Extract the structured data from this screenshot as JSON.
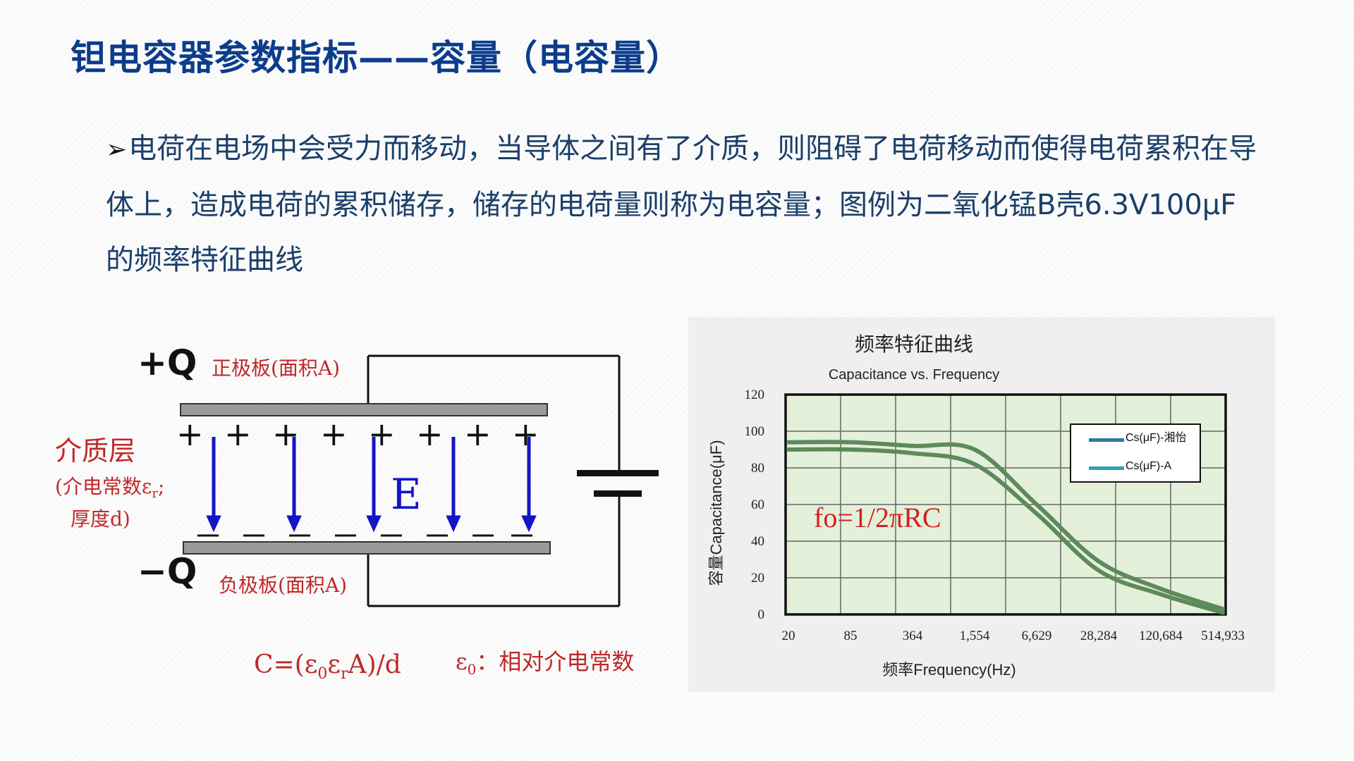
{
  "slide": {
    "title": "钽电容器参数指标——容量（电容量）",
    "bullet_symbol": "➢",
    "paragraph": "电荷在电场中会受力而移动，当导体之间有了介质，则阻碍了电荷移动而使得电荷累积在导体上，造成电荷的累积储存，储存的电荷量则称为电容量；图例为二氧化锰B壳6.3V100μF的频率特征曲线"
  },
  "diagram": {
    "pos_charge": "+Q",
    "neg_charge": "−Q",
    "pos_plate_label": "正极板(面积A)",
    "neg_plate_label": "负极板(面积A)",
    "dielectric_label": "介质层",
    "dielectric_detail_1": "(介电常数ε",
    "dielectric_detail_1_sub": "r",
    "dielectric_detail_1_end": ";",
    "dielectric_detail_2": "厚度d)",
    "field_label": "E",
    "formula_main": "C=(ε",
    "formula_sub0": "0",
    "formula_eps": "ε",
    "formula_subr": "r",
    "formula_end": "A)/d",
    "eps0_symbol": "ε",
    "eps0_sub": "0",
    "eps0_desc": "：相对介电常数",
    "colors": {
      "text_red": "#c0282a",
      "arrow_blue": "#1414c8",
      "plate": "#9a9a9a"
    }
  },
  "chart_data": {
    "type": "line",
    "title_cn": "频率特征曲线",
    "title": "Capacitance vs. Frequency",
    "xlabel": "频率Frequency(Hz)",
    "ylabel": "容量Capacitance(μF)",
    "x_tick_labels": [
      "20",
      "85",
      "364",
      "1,554",
      "6,629",
      "28,284",
      "120,684",
      "514,933"
    ],
    "ylim": [
      0,
      120
    ],
    "y_ticks": [
      0,
      20,
      40,
      60,
      80,
      100,
      120
    ],
    "annotation": "fo=1/2πRC",
    "legend_position": "top-right",
    "grid": true,
    "colors": {
      "plot_bg": "#e3f0da",
      "line": "#5e8a5a",
      "grid": "#666666"
    },
    "series": [
      {
        "name": "Cs(μF)-湘怡",
        "x": [
          "20",
          "85",
          "364",
          "1,554",
          "6,629",
          "28,284",
          "120,684",
          "514,933"
        ],
        "values": [
          94,
          94,
          92,
          90,
          60,
          29,
          14,
          3
        ]
      },
      {
        "name": "Cs(μF)-A",
        "x": [
          "20",
          "85",
          "364",
          "1,554",
          "6,629",
          "28,284",
          "120,684",
          "514,933"
        ],
        "values": [
          90,
          90,
          88,
          82,
          55,
          24,
          11,
          1
        ]
      }
    ]
  }
}
